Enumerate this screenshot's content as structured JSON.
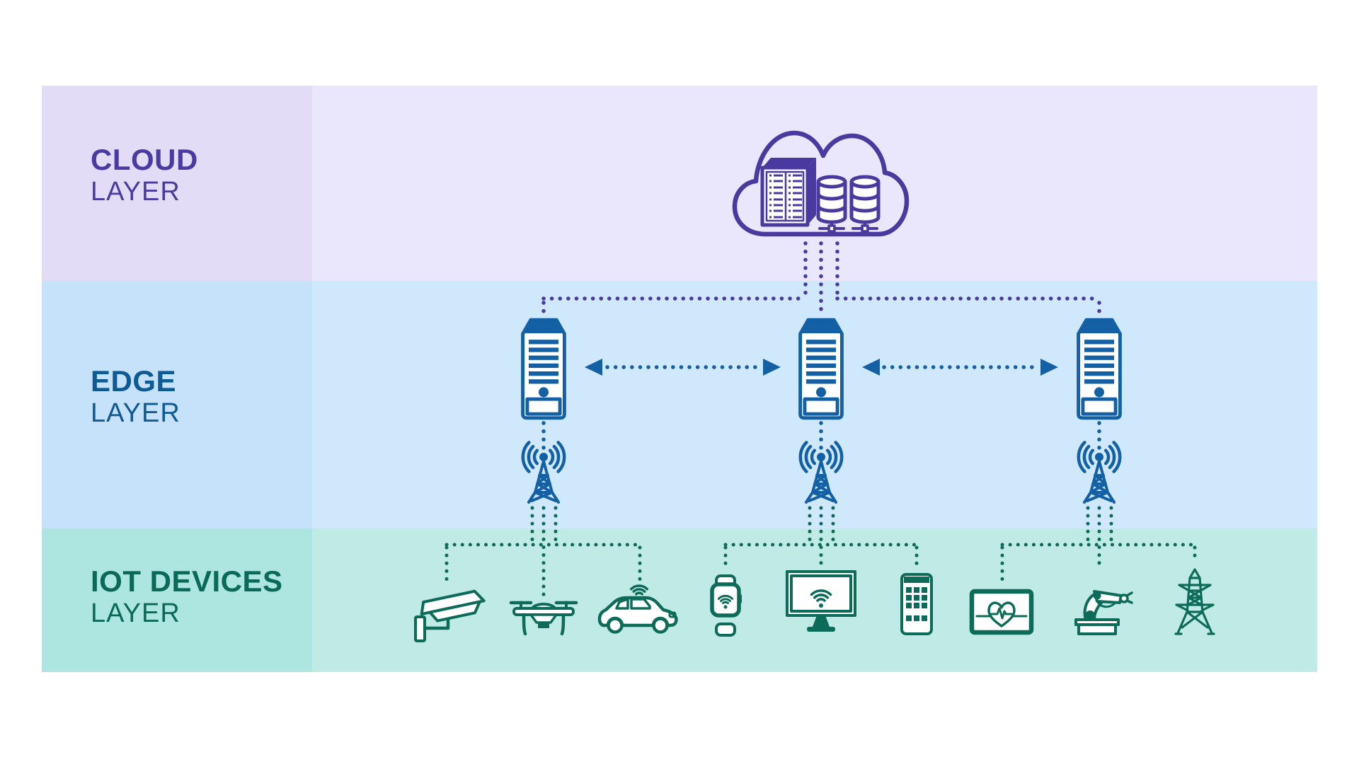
{
  "layers": {
    "cloud": {
      "title": "CLOUD",
      "subtitle": "LAYER"
    },
    "edge": {
      "title": "EDGE",
      "subtitle": "LAYER"
    },
    "iot": {
      "title": "IOT DEVICES",
      "subtitle": "LAYER"
    }
  },
  "colors": {
    "purple": "#4a3aa0",
    "blue": "#1360a5",
    "teal": "#0d6b59",
    "cloud-text": "#4a3ba2",
    "edge-text": "#0e5a94",
    "iot-text": "#0a6a59",
    "cloud-label-bg": "#e2dcf6",
    "cloud-bg": "#eae6fb",
    "edge-label-bg": "#c6e1fa",
    "edge-bg": "#d0e8fc",
    "iot-label-bg": "#ade5e0",
    "iot-bg": "#bfeae6",
    "page-bg": "#ffffff"
  },
  "icons": {
    "cloud": "cloud-datacenter-icon",
    "edge_servers": [
      "edge-server-icon",
      "edge-server-icon",
      "edge-server-icon"
    ],
    "base_stations": [
      "cell-tower-icon",
      "cell-tower-icon",
      "cell-tower-icon"
    ],
    "devices": [
      "cctv-camera-icon",
      "drone-icon",
      "connected-car-icon",
      "smartwatch-icon",
      "smart-monitor-icon",
      "smartphone-icon",
      "health-monitor-icon",
      "robot-arm-icon",
      "power-pylon-icon"
    ]
  }
}
